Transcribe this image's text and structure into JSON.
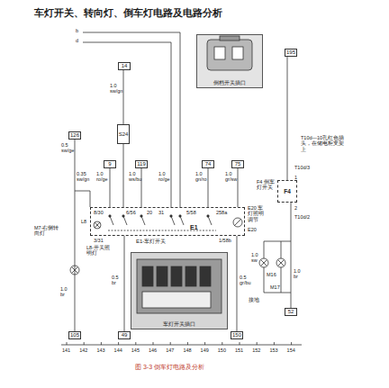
{
  "diagram": {
    "title": "车灯开关、转向灯、倒车灯电路及电路分析",
    "caption": "图 3-3 倒车灯电路及分析",
    "nodes": [
      {
        "text": [
          "126"
        ]
      },
      {
        "text": [
          "14"
        ]
      },
      {
        "text": [
          "S24"
        ]
      },
      {
        "text": [
          "9"
        ]
      },
      {
        "text": [
          "119"
        ]
      },
      {
        "text": [
          "74"
        ]
      },
      {
        "text": [
          "75"
        ]
      },
      {
        "text": [
          "倒档开关插口"
        ]
      },
      {
        "text": [
          "195"
        ]
      },
      {
        "text": [
          "F4",
          "F4 倒车灯开关"
        ]
      },
      {
        "text": [
          "E1",
          "E1-车灯开关"
        ]
      },
      {
        "text": [
          "车灯开关插口"
        ]
      },
      {
        "text": [
          "105"
        ]
      },
      {
        "text": [
          "49"
        ]
      },
      {
        "text": [
          "150"
        ]
      },
      {
        "text": [
          "52"
        ]
      }
    ],
    "edges": [
      {
        "from": 0,
        "to": 12,
        "arrow": "none"
      },
      {
        "from": 1,
        "to": 2,
        "arrow": "none"
      },
      {
        "from": 2,
        "to": 10,
        "arrow": "none"
      },
      {
        "from": 3,
        "to": 10,
        "arrow": "none"
      },
      {
        "from": 4,
        "to": 10,
        "arrow": "none"
      },
      {
        "from": 5,
        "to": 10,
        "arrow": "none"
      },
      {
        "from": 6,
        "to": 10,
        "arrow": "none"
      },
      {
        "from": 10,
        "to": 13,
        "arrow": "none"
      },
      {
        "from": 10,
        "to": 14,
        "arrow": "none"
      },
      {
        "from": 8,
        "to": 9,
        "arrow": "none"
      },
      {
        "from": 9,
        "to": 15,
        "arrow": "none"
      }
    ],
    "labels": [
      "b",
      "d",
      "1.0 sw/gn",
      "0.5 sw/ge",
      "0.35 sw/gn",
      "1.0 ro/ge",
      "1.0 ws/bu",
      "1.0 ro/ge",
      "1.0 gn/ro",
      "1.0 gr/sw",
      "8/30",
      "6/56",
      "20",
      "31",
      "5/58",
      "258a",
      "3/31",
      "1/58b",
      "E20",
      "E20 车灯照明调节",
      "L8",
      "L8-开关照明灯",
      "M7-右侧转向灯",
      "1.0 br",
      "0.5 br",
      "0.5 gr/bu",
      "T10d/3",
      "T10d—10孔红色插头，在储电柜支架上",
      "1",
      "2",
      "T10d/2",
      "1.0 sw",
      "1.0 br",
      "M16",
      "M17",
      "接地",
      "141",
      "142",
      "143",
      "144",
      "145",
      "146",
      "147",
      "148",
      "149",
      "150",
      "151",
      "152",
      "153",
      "154"
    ]
  }
}
